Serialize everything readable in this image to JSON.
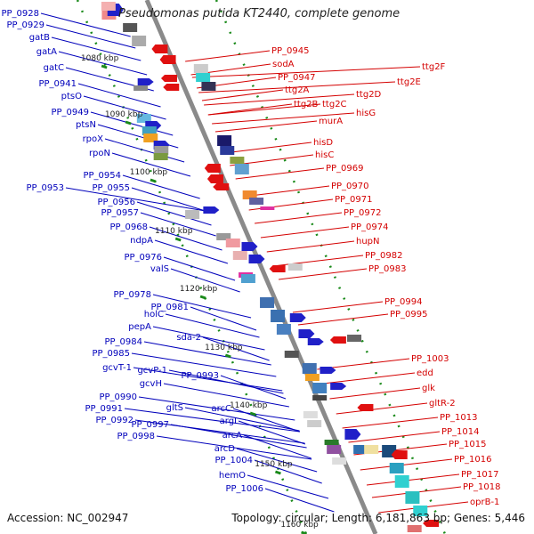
{
  "header": {
    "title": "Pseudomonas putida KT2440, complete genome"
  },
  "footer": {
    "accession": "Accession: NC_002947",
    "summary": "Topology: circular; Length: 6,181,863 bp; Genes: 5,446"
  },
  "colors": {
    "forward_strand": "#2020c8",
    "reverse_strand": "#e01010",
    "backbone": "#8a8a8a",
    "tick_marks": "#1a8a1a",
    "forward_label": "#0000bb",
    "reverse_label": "#d40000"
  },
  "scale_labels": [
    "1080 kbp",
    "1090 kbp",
    "1100 kbp",
    "1110 kbp",
    "1120 kbp",
    "1130 kbp",
    "1140 kbp",
    "1150 kbp",
    "1160 kbp"
  ],
  "left_genes": [
    "PP_0928",
    "PP_0929",
    "gatB",
    "gatA",
    "gatC",
    "PP_0941",
    "ptsO",
    "PP_0949",
    "ptsN",
    "rpoX",
    "rpoN",
    "PP_0954",
    "PP_0953",
    "PP_0955",
    "PP_0956",
    "PP_0957",
    "PP_0968",
    "ndpA",
    "PP_0976",
    "valS",
    "PP_0978",
    "PP_0981",
    "holC",
    "pepA",
    "PP_0984",
    "sda-2",
    "PP_0985",
    "gcvT-1",
    "gcvP-1",
    "gcvH",
    "PP_0993",
    "PP_0990",
    "PP_0991",
    "PP_0992",
    "gltS",
    "arcC",
    "PP_0997",
    "argI",
    "PP_0998",
    "arcA",
    "arcD",
    "PP_1004",
    "hemO",
    "PP_1006"
  ],
  "right_genes": [
    "PP_0945",
    "sodA",
    "PP_0947",
    "ttg2A",
    "ttg2F",
    "ttg2E",
    "ttg2D",
    "ttg2B",
    "ttg2C",
    "hisG",
    "murA",
    "hisD",
    "hisC",
    "PP_0969",
    "PP_0970",
    "PP_0971",
    "PP_0972",
    "PP_0974",
    "hupN",
    "PP_0982",
    "PP_0983",
    "PP_0994",
    "PP_0995",
    "PP_1003",
    "edd",
    "glk",
    "gltR-2",
    "PP_1013",
    "PP_1014",
    "PP_1015",
    "PP_1016",
    "PP_1017",
    "PP_1018",
    "oprB-1"
  ]
}
